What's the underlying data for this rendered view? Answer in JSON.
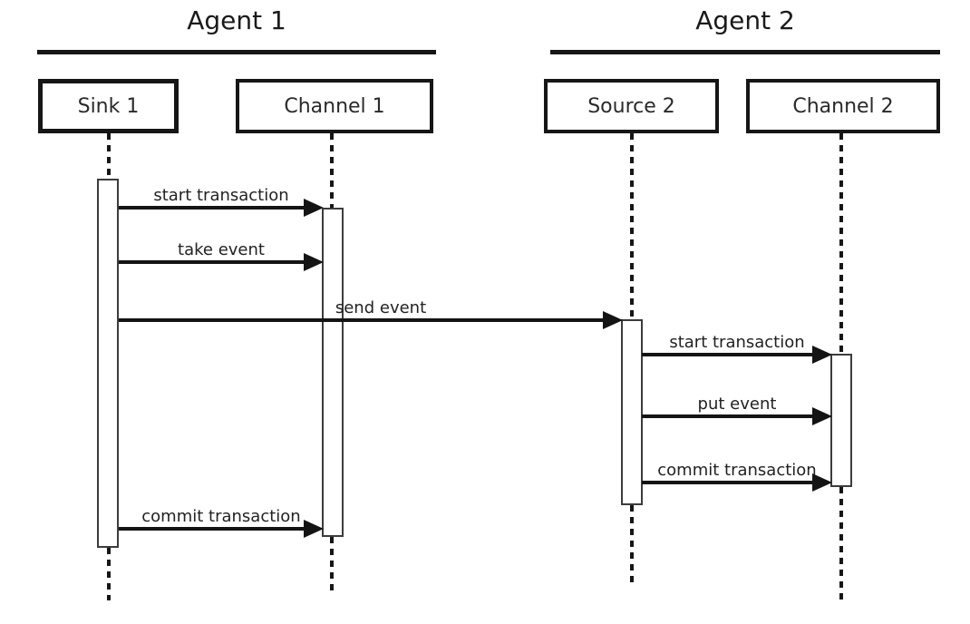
{
  "diagram": {
    "type": "sequence",
    "background": "#ffffff",
    "line_color": "#161616",
    "groups": [
      {
        "label": "Agent 1",
        "members": [
          "Sink 1",
          "Channel 1"
        ]
      },
      {
        "label": "Agent 2",
        "members": [
          "Source 2",
          "Channel 2"
        ]
      }
    ],
    "participants": [
      {
        "label": "Sink 1",
        "group": "Agent 1"
      },
      {
        "label": "Channel 1",
        "group": "Agent 1"
      },
      {
        "label": "Source 2",
        "group": "Agent 2"
      },
      {
        "label": "Channel 2",
        "group": "Agent 2"
      }
    ],
    "messages": [
      {
        "from": "Sink 1",
        "to": "Channel 1",
        "label": "start transaction"
      },
      {
        "from": "Sink 1",
        "to": "Channel 1",
        "label": "take event"
      },
      {
        "from": "Sink 1",
        "to": "Source 2",
        "label": "send event"
      },
      {
        "from": "Source 2",
        "to": "Channel 2",
        "label": "start transaction"
      },
      {
        "from": "Source 2",
        "to": "Channel 2",
        "label": "put event"
      },
      {
        "from": "Source 2",
        "to": "Channel 2",
        "label": "commit transaction"
      },
      {
        "from": "Sink 1",
        "to": "Channel 1",
        "label": "commit transaction"
      }
    ]
  }
}
